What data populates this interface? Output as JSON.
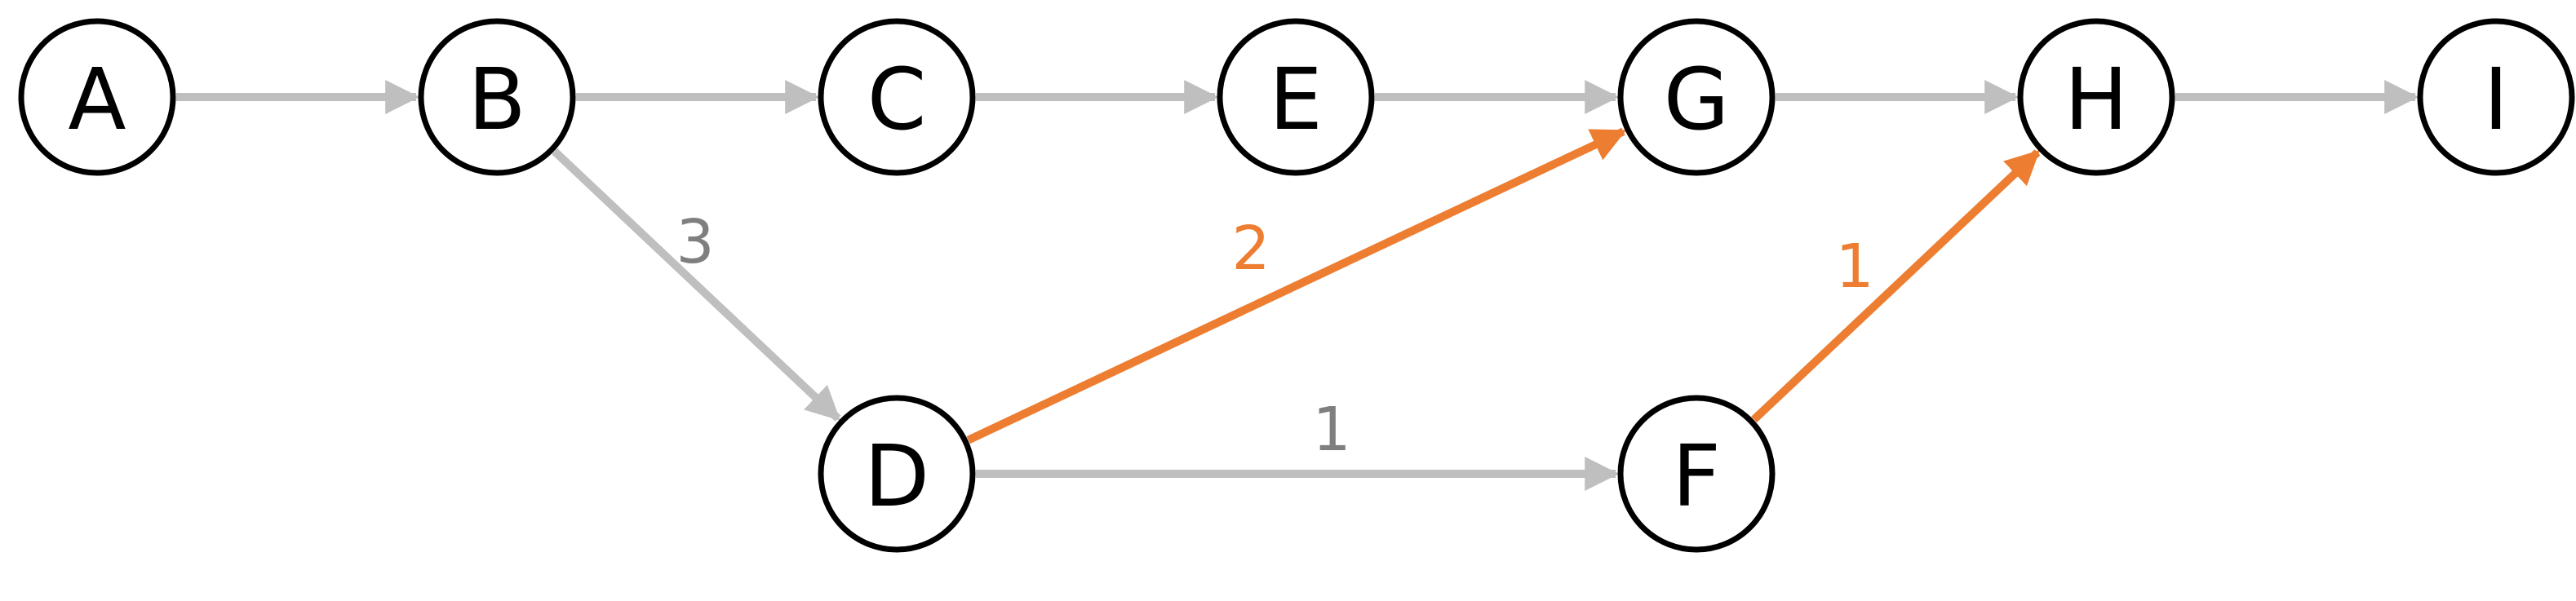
{
  "diagram": {
    "nodes": [
      {
        "id": "A",
        "label": "A"
      },
      {
        "id": "B",
        "label": "B"
      },
      {
        "id": "C",
        "label": "C"
      },
      {
        "id": "E",
        "label": "E"
      },
      {
        "id": "G",
        "label": "G"
      },
      {
        "id": "H",
        "label": "H"
      },
      {
        "id": "I",
        "label": "I"
      },
      {
        "id": "D",
        "label": "D"
      },
      {
        "id": "F",
        "label": "F"
      }
    ],
    "edges": [
      {
        "from": "A",
        "to": "B",
        "label": "",
        "highlight": false
      },
      {
        "from": "B",
        "to": "C",
        "label": "",
        "highlight": false
      },
      {
        "from": "C",
        "to": "E",
        "label": "",
        "highlight": false
      },
      {
        "from": "E",
        "to": "G",
        "label": "",
        "highlight": false
      },
      {
        "from": "G",
        "to": "H",
        "label": "",
        "highlight": false
      },
      {
        "from": "H",
        "to": "I",
        "label": "",
        "highlight": false
      },
      {
        "from": "B",
        "to": "D",
        "label": "3",
        "highlight": false
      },
      {
        "from": "D",
        "to": "F",
        "label": "1",
        "highlight": false
      },
      {
        "from": "D",
        "to": "G",
        "label": "2",
        "highlight": true
      },
      {
        "from": "F",
        "to": "H",
        "label": "1",
        "highlight": true
      }
    ],
    "colors": {
      "node_stroke": "#000000",
      "node_fill": "#ffffff",
      "edge_default": "#bfbfbf",
      "edge_highlight": "#ed7d31",
      "label_default": "#7f7f7f",
      "label_highlight": "#ed7d31"
    }
  }
}
